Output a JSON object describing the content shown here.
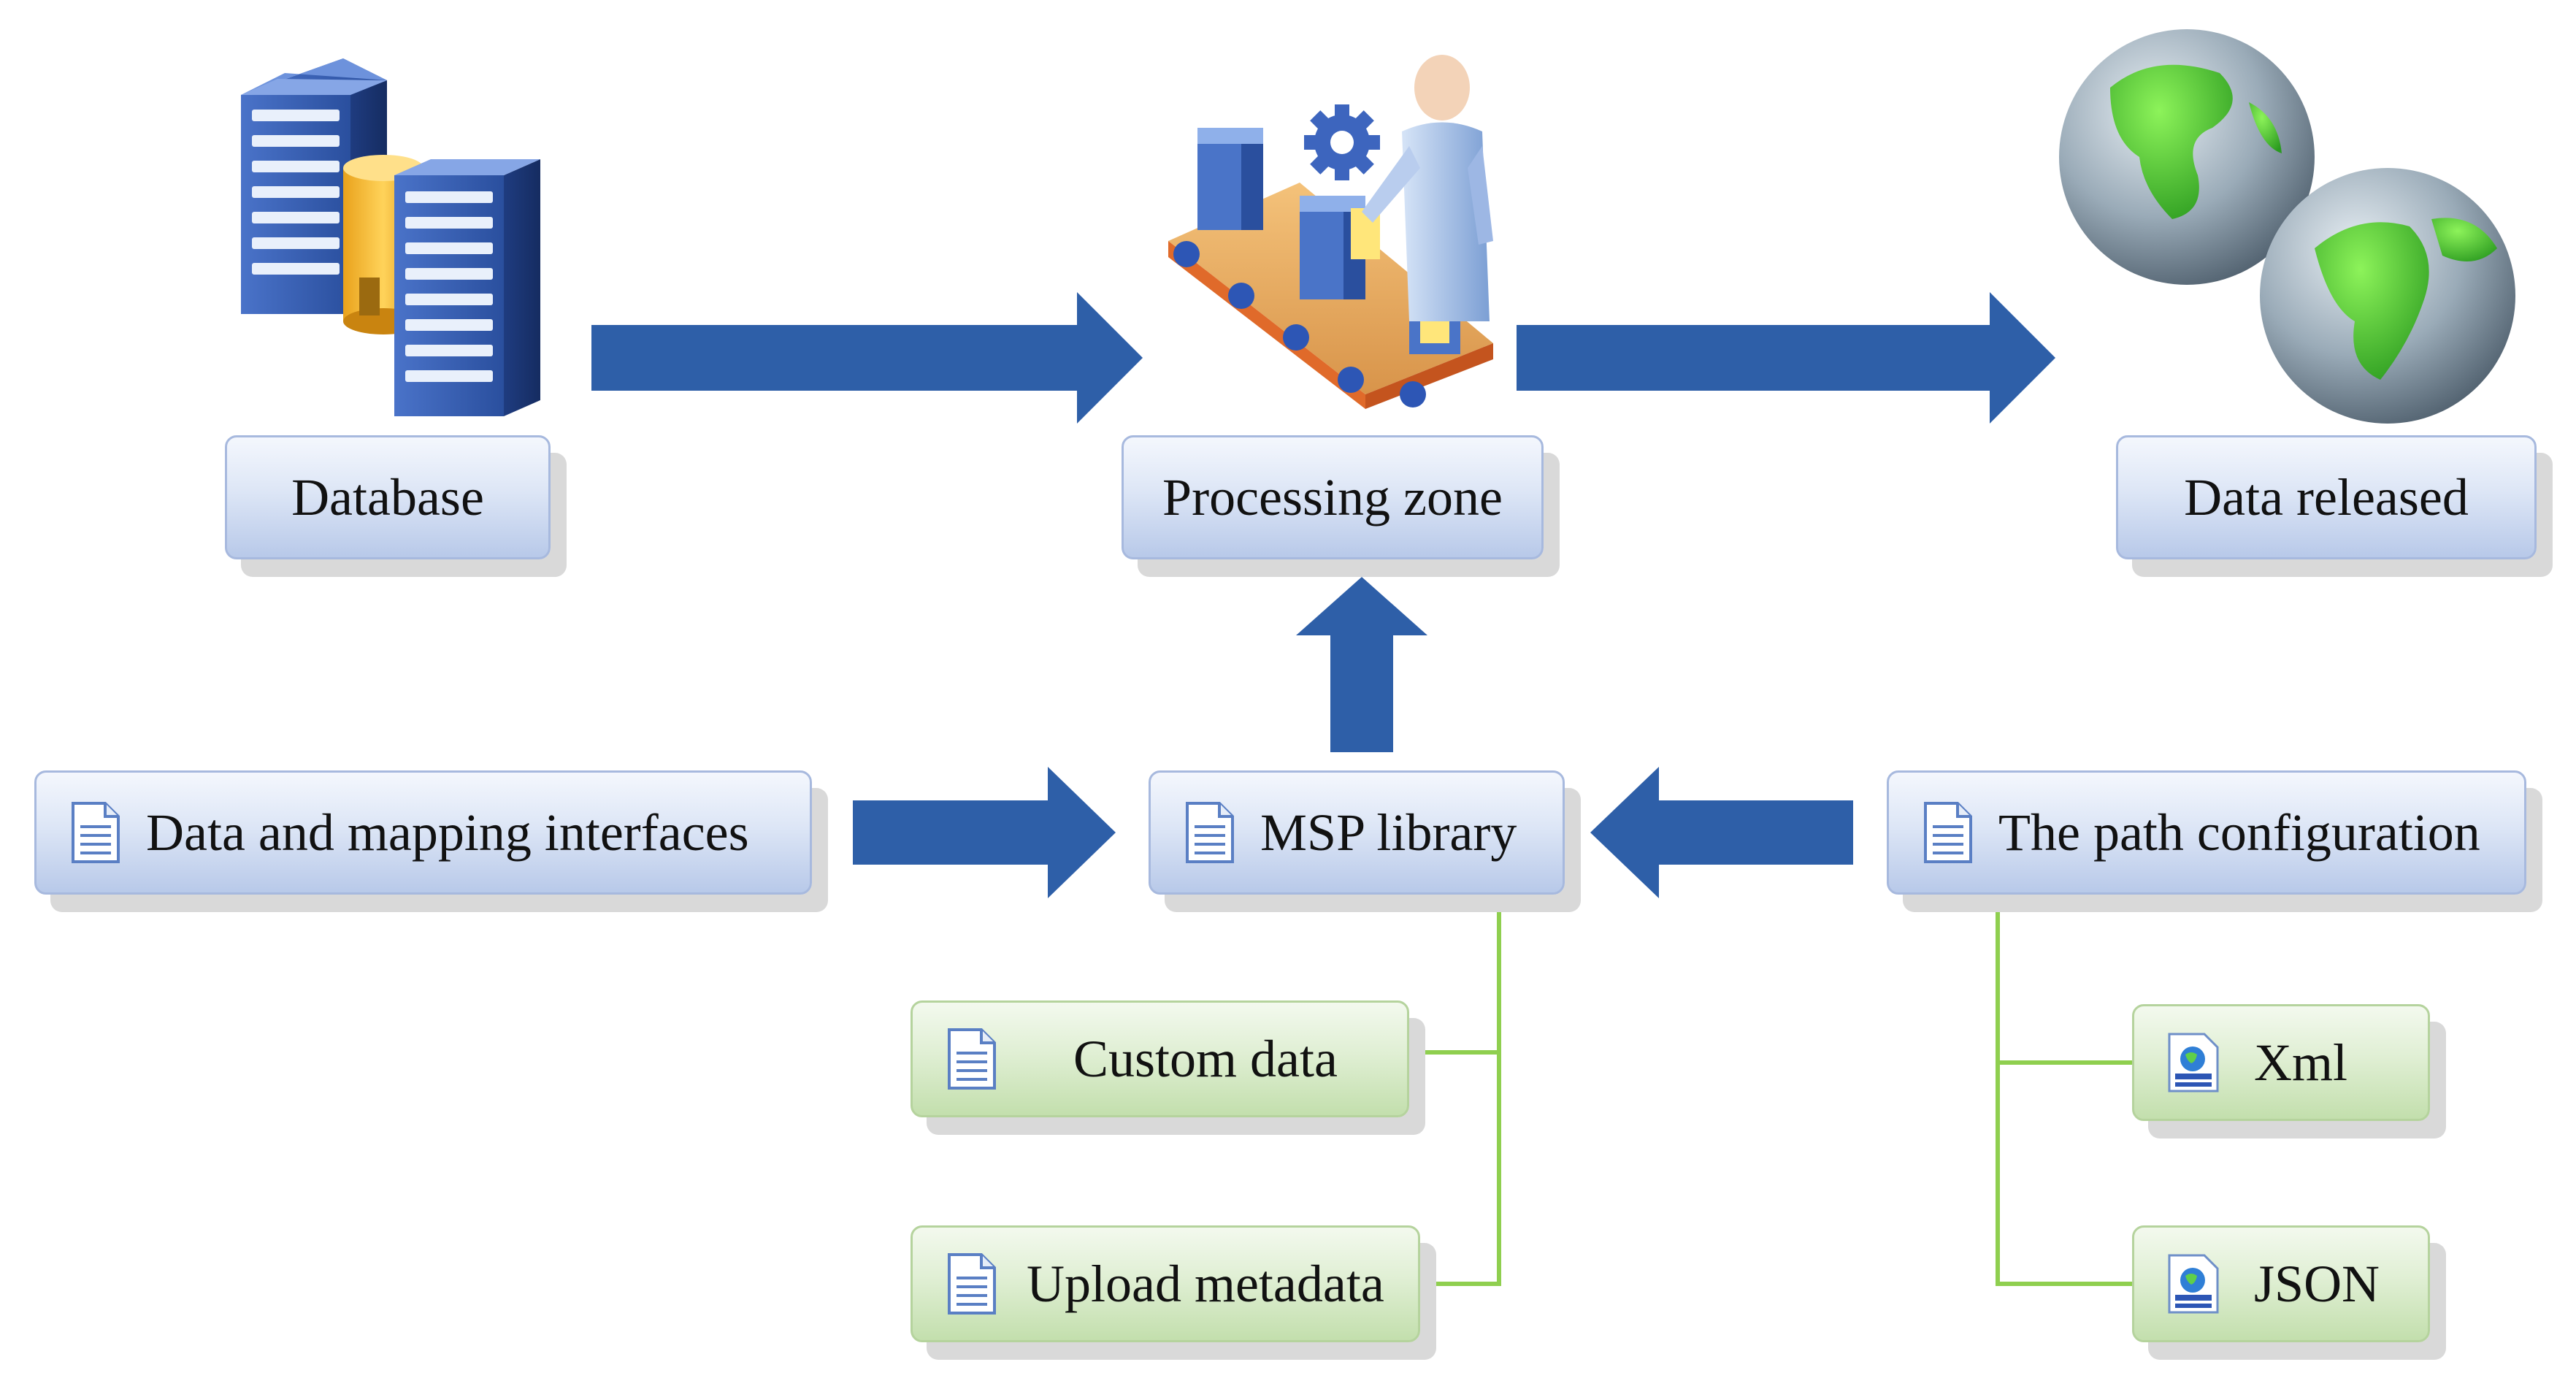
{
  "nodes": {
    "database": "Database",
    "processing_zone": "Processing zone",
    "data_released": "Data released",
    "data_mapping_interfaces": "Data and mapping interfaces",
    "msp_library": "MSP library",
    "path_configuration": "The path configuration",
    "custom_data": "Custom data",
    "upload_metadata": "Upload metadata",
    "xml": "Xml",
    "json": "JSON"
  },
  "icons": {
    "database": "database-server-icon",
    "processing": "worker-conveyor-icon",
    "released": "globe-icon",
    "document": "document-icon",
    "web_document": "web-document-icon"
  },
  "colors": {
    "arrow": "#2e5fa8",
    "blue_box": "#dde6f6",
    "green_box": "#e0efd4",
    "connector": "#8fcf4f"
  }
}
